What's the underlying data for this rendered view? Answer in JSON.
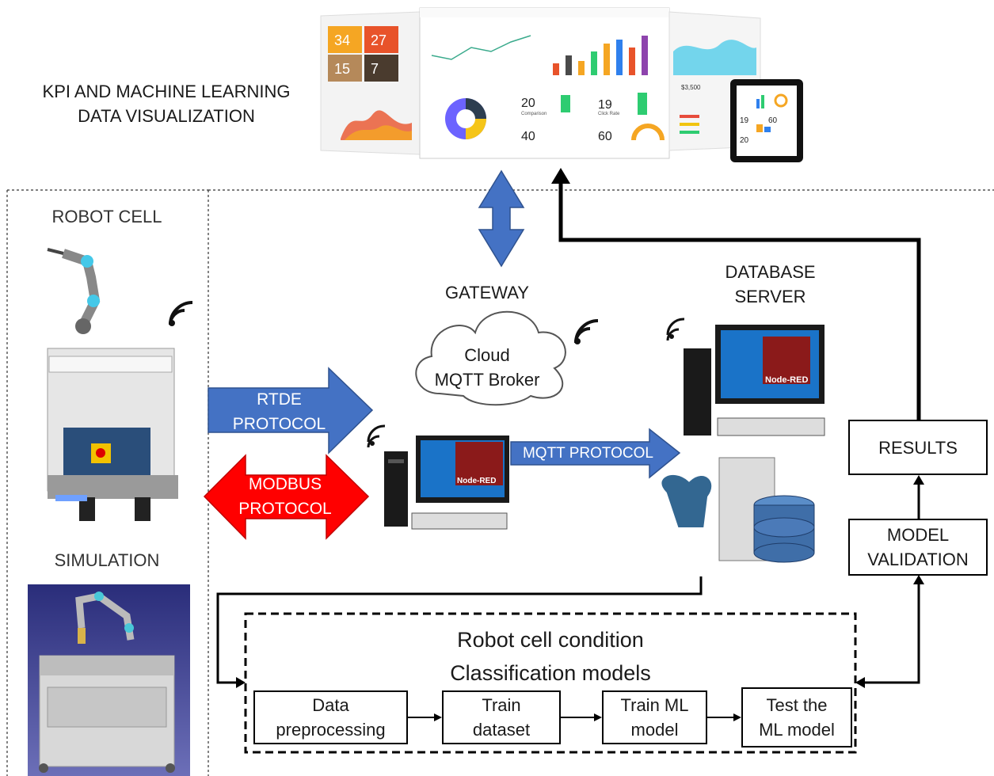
{
  "kpi_title": [
    "KPI AND MACHINE LEARNING",
    "DATA VISUALIZATION"
  ],
  "robot_cell": "ROBOT CELL",
  "simulation": "SIMULATION",
  "gateway": "GATEWAY",
  "cloud": [
    "Cloud",
    "MQTT Broker"
  ],
  "database_server": [
    "DATABASE",
    "SERVER"
  ],
  "rtde": [
    "RTDE",
    "PROTOCOL"
  ],
  "modbus": [
    "MODBUS",
    "PROTOCOL"
  ],
  "mqtt": "MQTT PROTOCOL",
  "node_red": "Node-RED",
  "results": "RESULTS",
  "model_validation": [
    "MODEL",
    "VALIDATION"
  ],
  "classification": [
    "Robot cell condition",
    "Classification models"
  ],
  "steps": [
    [
      "Data",
      "preprocessing"
    ],
    [
      "Train",
      "dataset"
    ],
    [
      "Train ML",
      "model"
    ],
    [
      "Test the",
      "ML model"
    ]
  ],
  "dashboard": {
    "tiles": [
      "34",
      "27",
      "15",
      "7"
    ],
    "center_numbers": [
      "20",
      "19",
      "40",
      "60"
    ],
    "center_labels": [
      "Comparison",
      "Click Rate"
    ],
    "tablet_numbers": [
      "19",
      "60",
      "20"
    ],
    "side_value": "$3,500"
  },
  "colors": {
    "blue_arrow": "#4472c4",
    "red_arrow": "#ff0000",
    "nodered": "#8b1a1a",
    "screen": "#1a73c8"
  }
}
